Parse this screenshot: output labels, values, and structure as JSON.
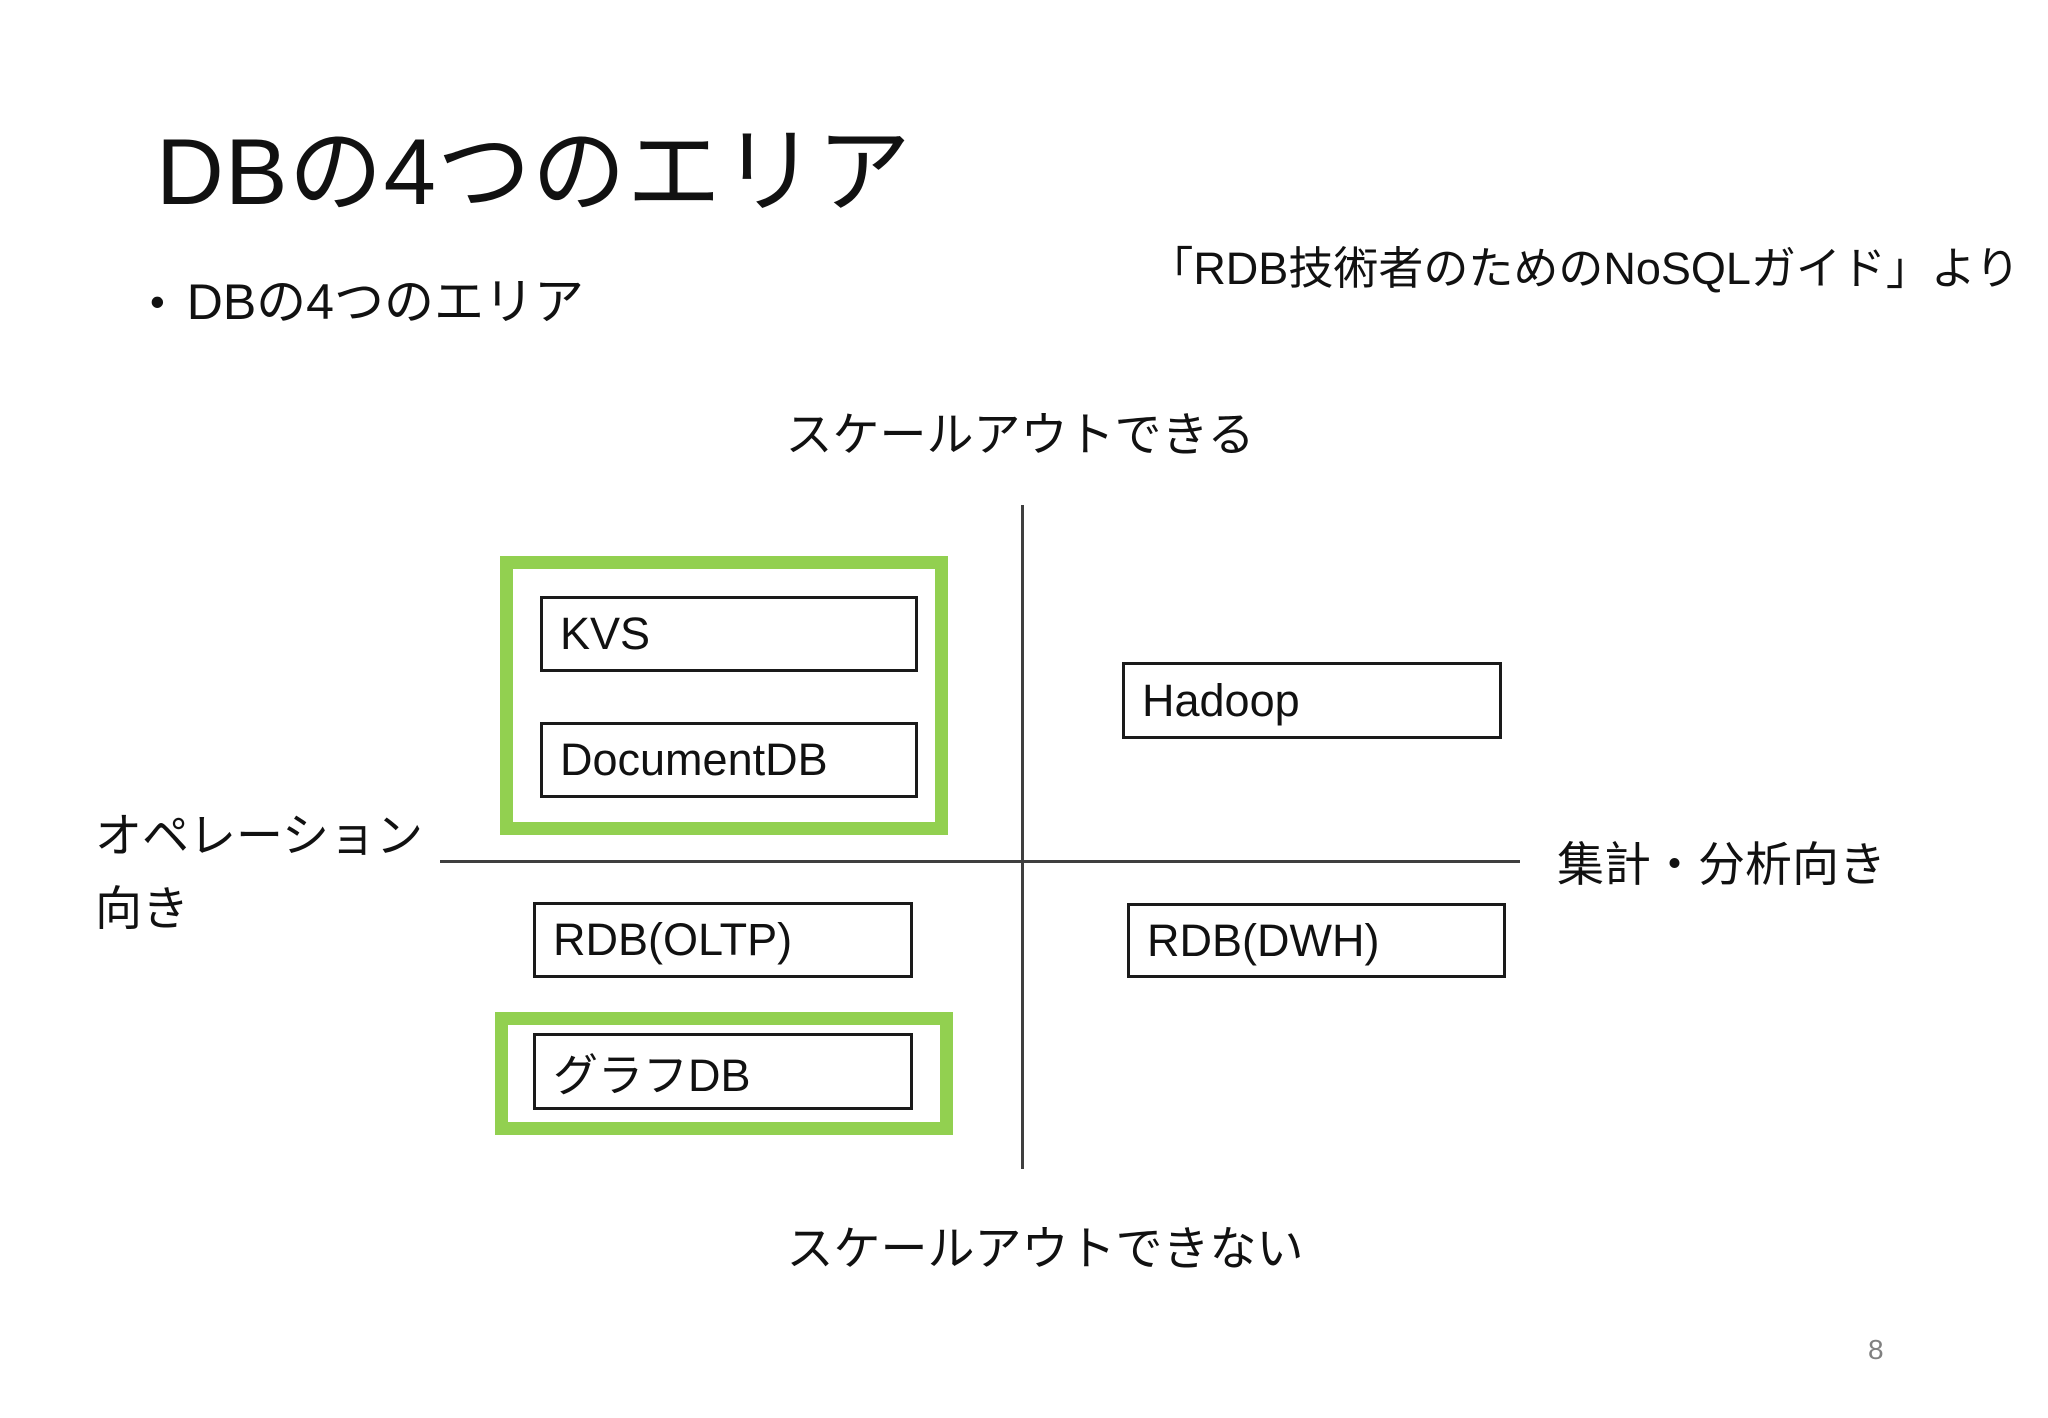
{
  "slide": {
    "title": "DBの4つのエリア",
    "bullet_marker": "•",
    "bullet_text": "DBの4つのエリア",
    "attribution": "「RDB技術者のためのNoSQLガイド」より",
    "page_number": "8"
  },
  "diagram": {
    "axes": {
      "top": "スケールアウトできる",
      "bottom": "スケールアウトできない",
      "left_line1": "オペレーション",
      "left_line2": "向き",
      "right": "集計・分析向き"
    },
    "boxes": {
      "kvs": {
        "label": "KVS",
        "quadrant": "top-left",
        "highlighted": true
      },
      "documentdb": {
        "label": "DocumentDB",
        "quadrant": "top-left",
        "highlighted": true
      },
      "hadoop": {
        "label": "Hadoop",
        "quadrant": "top-right",
        "highlighted": false
      },
      "rdb_oltp": {
        "label": "RDB(OLTP)",
        "quadrant": "bottom-left",
        "highlighted": false
      },
      "graphdb": {
        "label": "グラフDB",
        "quadrant": "bottom-left",
        "highlighted": true
      },
      "rdb_dwh": {
        "label": "RDB(DWH)",
        "quadrant": "bottom-right",
        "highlighted": false
      }
    },
    "colors": {
      "highlight": "#92d050",
      "box_border": "#1a1a1a",
      "axis_line": "#3f3f3f",
      "text": "#111111",
      "page_number": "#808080",
      "background": "#ffffff"
    }
  }
}
